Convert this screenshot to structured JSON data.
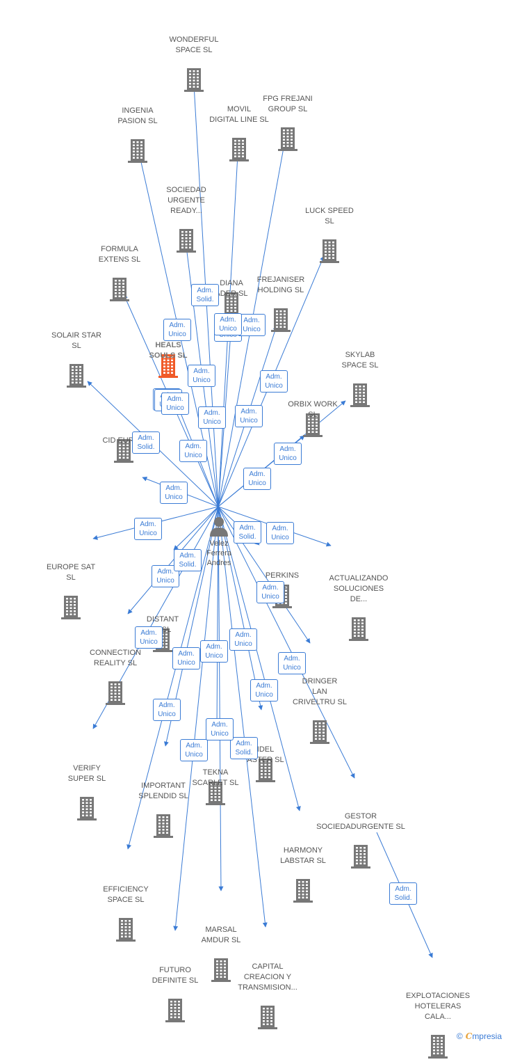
{
  "colors": {
    "edge": "#3a7bd5",
    "building": "#777777",
    "highlight": "#f05a28",
    "text": "#555555"
  },
  "center": {
    "name_lines": [
      "Velez",
      "Ferrera",
      "Andres"
    ],
    "icon": "person-icon"
  },
  "nodes": [
    {
      "id": "wonderful",
      "lines": [
        "WONDERFUL",
        "SPACE  SL"
      ]
    },
    {
      "id": "ingenia",
      "lines": [
        "INGENIA",
        "PASION  SL"
      ]
    },
    {
      "id": "movil",
      "lines": [
        "MOVIL",
        "DIGITAL LINE SL"
      ]
    },
    {
      "id": "fpg",
      "lines": [
        "FPG FREJANI",
        "GROUP  SL"
      ]
    },
    {
      "id": "sociedad",
      "lines": [
        "SOCIEDAD",
        "URGENTE",
        "READY..."
      ]
    },
    {
      "id": "luck",
      "lines": [
        "LUCK SPEED",
        "SL"
      ]
    },
    {
      "id": "formula",
      "lines": [
        "FORMULA",
        "EXTENS  SL"
      ]
    },
    {
      "id": "diana",
      "lines": [
        "DIANA",
        "ADER  SL"
      ]
    },
    {
      "id": "frejaniser",
      "lines": [
        "FREJANISER",
        "HOLDING  SL"
      ]
    },
    {
      "id": "solair",
      "lines": [
        "SOLAIR STAR",
        "SL"
      ]
    },
    {
      "id": "pe",
      "lines": [
        "PE",
        "HEALS",
        "SOULS  SL"
      ],
      "highlight": true
    },
    {
      "id": "skylab",
      "lines": [
        "SKYLAB",
        "SPACE  SL"
      ]
    },
    {
      "id": "orbix",
      "lines": [
        "ORBIX WORK",
        "SL"
      ]
    },
    {
      "id": "cid",
      "lines": [
        "CID EUROP"
      ]
    },
    {
      "id": "europe",
      "lines": [
        "EUROPE SAT",
        "SL"
      ]
    },
    {
      "id": "perkins",
      "lines": [
        "PERKINS",
        "SL"
      ]
    },
    {
      "id": "actualizando",
      "lines": [
        "ACTUALIZANDO",
        "SOLUCIONES",
        "DE..."
      ]
    },
    {
      "id": "distant",
      "lines": [
        "DISTANT",
        "N  SL"
      ]
    },
    {
      "id": "connection",
      "lines": [
        "CONNECTION",
        "REALITY  SL"
      ]
    },
    {
      "id": "dringer",
      "lines": [
        "DRINGER",
        "LAN",
        "CRIVELTRU SL"
      ]
    },
    {
      "id": "idel",
      "lines": [
        "IDEL",
        "ASTER  SL"
      ]
    },
    {
      "id": "verify",
      "lines": [
        "VERIFY",
        "SUPER  SL"
      ]
    },
    {
      "id": "important",
      "lines": [
        "IMPORTANT",
        "SPLENDID  SL"
      ]
    },
    {
      "id": "tekna",
      "lines": [
        "TEKNA",
        "SCARLET  SL"
      ]
    },
    {
      "id": "gestor",
      "lines": [
        "GESTOR",
        "SOCIEDADURGENTE SL"
      ]
    },
    {
      "id": "harmony",
      "lines": [
        "HARMONY",
        "LABSTAR SL"
      ]
    },
    {
      "id": "efficiency",
      "lines": [
        "EFFICIENCY",
        "SPACE SL"
      ]
    },
    {
      "id": "marsal",
      "lines": [
        "MARSAL",
        "AMDUR  SL"
      ]
    },
    {
      "id": "capital",
      "lines": [
        "CAPITAL",
        "CREACION Y",
        "TRANSMISION..."
      ]
    },
    {
      "id": "futuro",
      "lines": [
        "FUTURO",
        "DEFINITE  SL"
      ]
    },
    {
      "id": "explotaciones",
      "lines": [
        "EXPLOTACIONES",
        "HOTELERAS",
        "CALA..."
      ]
    }
  ],
  "relations": [
    {
      "target": "wonderful",
      "lines": [
        "Adm.",
        "Solid."
      ]
    },
    {
      "target": "ingenia",
      "lines": [
        "Adm.",
        "Unico"
      ]
    },
    {
      "target": "movil",
      "lines": [
        "Adm.",
        "Unico"
      ]
    },
    {
      "target": "fpg",
      "lines": [
        "Adm.",
        "Unico"
      ]
    },
    {
      "target": "sociedad",
      "lines": [
        "Adm.",
        "Unico"
      ]
    },
    {
      "target": "luck",
      "lines": [
        "Adm.",
        "Unico"
      ]
    },
    {
      "target": "formula",
      "lines": [
        "Adm.",
        "Unico"
      ]
    },
    {
      "target": "diana",
      "lines": [
        "Adm.",
        "Unico"
      ]
    },
    {
      "target": "frejaniser",
      "lines": [
        "Adm.",
        "Unico"
      ]
    },
    {
      "target": "solair",
      "lines": [
        "Adm.",
        "Solid."
      ]
    },
    {
      "target": "pe",
      "lines": [
        "Adm.",
        "Unico"
      ]
    },
    {
      "target": "skylab",
      "lines": [
        "Adm.",
        "Unico"
      ]
    },
    {
      "target": "orbix",
      "lines": [
        "Adm.",
        "Unico"
      ]
    },
    {
      "target": "cid",
      "lines": [
        "Adm.",
        "Unico"
      ]
    },
    {
      "target": "europe",
      "lines": [
        "Adm.",
        "Unico"
      ]
    },
    {
      "target": "perkins",
      "lines": [
        "Adm.",
        "Solid."
      ]
    },
    {
      "target": "actualizando",
      "lines": [
        "Adm.",
        "Unico"
      ]
    },
    {
      "target": "distant",
      "lines": [
        "Adm.",
        "Unico"
      ]
    },
    {
      "target": "connection",
      "lines": [
        "Adm.",
        "Unico"
      ]
    },
    {
      "target": "dringer",
      "lines": [
        "Adm.",
        "Unico"
      ]
    },
    {
      "target": "idel",
      "lines": [
        "Adm.",
        "Unico"
      ]
    },
    {
      "target": "verify",
      "lines": [
        "Adm.",
        "Unico"
      ]
    },
    {
      "target": "important",
      "lines": [
        "Adm.",
        "Unico"
      ]
    },
    {
      "target": "tekna",
      "lines": [
        "Adm.",
        "Solid."
      ]
    },
    {
      "target": "gestor",
      "lines": [
        "Adm.",
        "Unico"
      ]
    },
    {
      "target": "harmony",
      "lines": [
        "Adm.",
        "Unico"
      ]
    },
    {
      "target": "efficiency",
      "lines": [
        "Adm.",
        "Unico"
      ]
    },
    {
      "target": "marsal",
      "lines": [
        "Adm.",
        "Solid."
      ]
    },
    {
      "target": "capital",
      "lines": [
        "Adm.",
        "Unico"
      ]
    },
    {
      "target": "futuro",
      "lines": [
        "Adm.",
        "Unico"
      ]
    },
    {
      "target": "explotaciones",
      "source": "gestor",
      "lines": [
        "Adm.",
        "Solid."
      ]
    },
    {
      "target": "movil",
      "extra": true,
      "lines": [
        "Adm.",
        "Unico"
      ]
    },
    {
      "target": "pe",
      "extra": true,
      "lines": [
        "Adm.",
        "Unico"
      ]
    },
    {
      "target": "wonderful",
      "extra": true,
      "lines": [
        "Adm.",
        "Solid."
      ]
    },
    {
      "target": "tekna",
      "extra": true,
      "lines": [
        "Adm.",
        "Unico"
      ]
    }
  ],
  "footer": {
    "copyright": "©",
    "brand_initial": "C",
    "brand_rest": "mpresia"
  }
}
